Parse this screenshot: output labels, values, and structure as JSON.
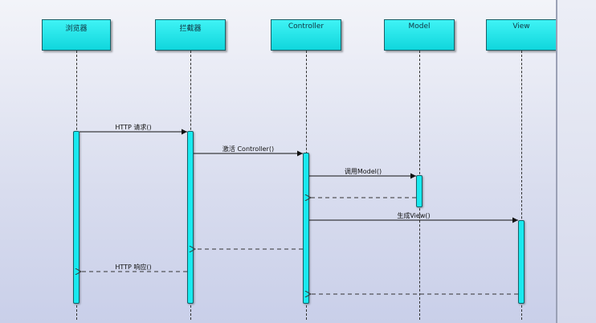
{
  "diagram": {
    "lifelines": [
      {
        "label": "浏览器"
      },
      {
        "label": "拦截器"
      },
      {
        "label": "Controller"
      },
      {
        "label": "Model"
      },
      {
        "label": "View"
      }
    ],
    "messages": [
      {
        "label": "HTTP 请求()",
        "kind": "call"
      },
      {
        "label": "激活 Controller()",
        "kind": "call"
      },
      {
        "label": "调用Model()",
        "kind": "call"
      },
      {
        "label": "",
        "kind": "return"
      },
      {
        "label": "生成View()",
        "kind": "call"
      },
      {
        "label": "",
        "kind": "return"
      },
      {
        "label": "HTTP 响应()",
        "kind": "return"
      },
      {
        "label": "",
        "kind": "return"
      }
    ],
    "colors": {
      "header_fill": "#19e9ef",
      "activation_fill": "#19e9ef",
      "line": "#333333"
    }
  }
}
